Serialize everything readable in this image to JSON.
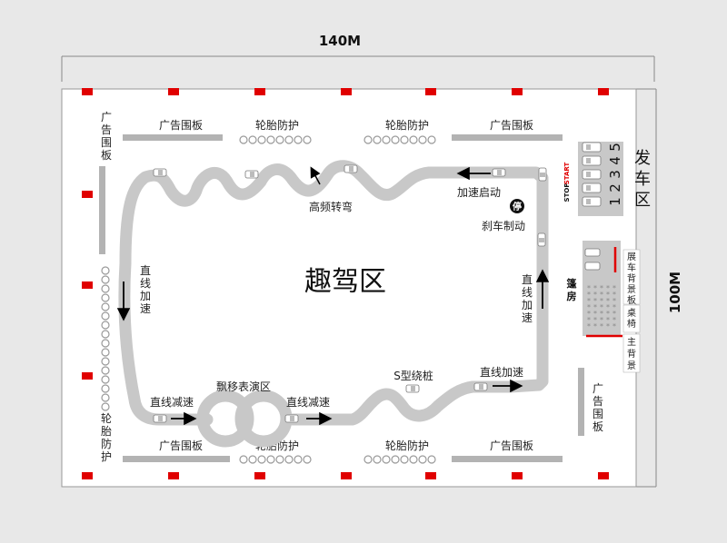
{
  "dimensions": {
    "width": "140M",
    "height": "100M"
  },
  "zone_title": "趣驾区",
  "boards": {
    "ad": "广告围板",
    "ad_vertical": [
      "广",
      "告",
      "围",
      "板"
    ],
    "tire": "轮胎防护",
    "tire_vertical": [
      "轮",
      "胎",
      "防",
      "护"
    ]
  },
  "track_labels": {
    "high_freq_turn": "高频转弯",
    "accel_start": "加速启动",
    "brake": "刹车制动",
    "brake_badge": "停",
    "straight_accel_v": [
      "直",
      "线",
      "加",
      "速"
    ],
    "straight_decel": "直线减速",
    "drift_show": "飘移表演区",
    "s_slalom": "S型绕桩",
    "straight_accel": "直线加速"
  },
  "start_area": {
    "title": [
      "发",
      "车",
      "区"
    ],
    "lane_numbers": [
      "1",
      "2",
      "3",
      "4",
      "5"
    ],
    "stop_text": "STOP",
    "start_text": "START"
  },
  "side_facilities": {
    "tent": [
      "篷",
      "房"
    ],
    "exhibit_board": [
      "展",
      "车",
      "背",
      "景",
      "板"
    ],
    "tables": [
      "桌",
      "椅"
    ],
    "main_board": [
      "主",
      "背",
      "景"
    ],
    "ad_board": [
      "广",
      "告",
      "围",
      "板"
    ]
  },
  "colors": {
    "track": "#c8c8c8",
    "flag": "#e00000",
    "field": "#ffffff",
    "arrow": "#000000"
  }
}
